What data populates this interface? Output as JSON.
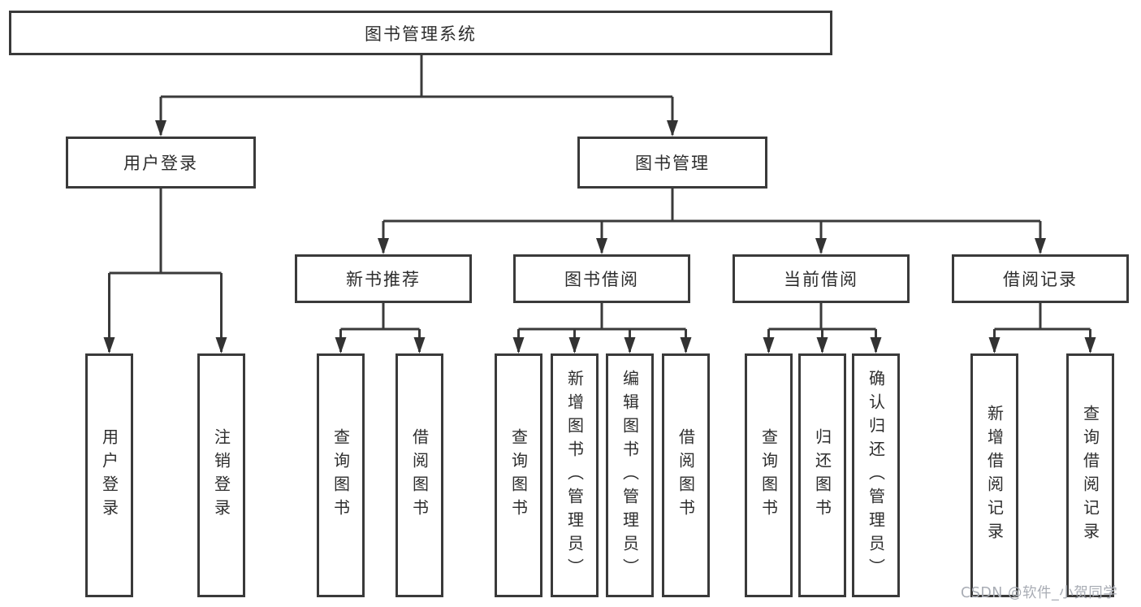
{
  "diagram": {
    "root": {
      "label": "图书管理系统"
    },
    "level2": {
      "user_login": {
        "label": "用户登录"
      },
      "book_management": {
        "label": "图书管理"
      }
    },
    "level3": {
      "new_book_recommend": {
        "label": "新书推荐"
      },
      "book_borrow": {
        "label": "图书借阅"
      },
      "current_borrow": {
        "label": "当前借阅"
      },
      "borrow_records": {
        "label": "借阅记录"
      }
    },
    "leaves": {
      "user_login": [
        "用户登录",
        "注销登录"
      ],
      "new_book_recommend": [
        "查询图书",
        "借阅图书"
      ],
      "book_borrow": [
        "查询图书",
        "新增图书（管理员）",
        "编辑图书（管理员）",
        "借阅图书"
      ],
      "current_borrow": [
        "查询图书",
        "归还图书",
        "确认归还（管理员）"
      ],
      "borrow_records": [
        "新增借阅记录",
        "查询借阅记录"
      ]
    },
    "colors": {
      "line": "#3a3a3a",
      "box_border": "#3a3a3a",
      "text": "#2d2d2d",
      "background": "#ffffff"
    }
  },
  "watermark": {
    "text": "CSDN @软件_小贺同学",
    "color": "#a9adb5"
  }
}
